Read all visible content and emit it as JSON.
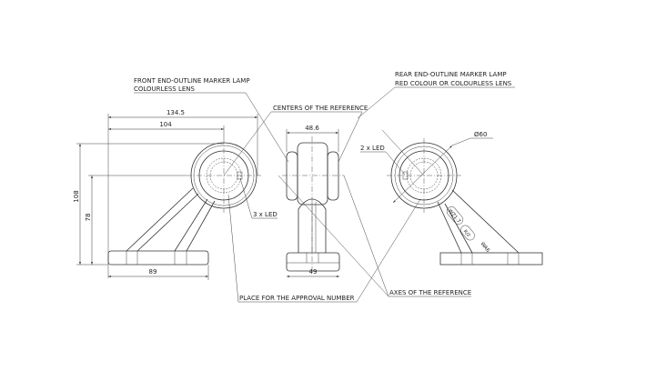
{
  "labels": {
    "front_title_1": "FRONT END-OUTLINE MARKER LAMP",
    "front_title_2": "COLOURLESS LENS",
    "rear_title_1": "REAR END-OUTLINE MARKER LAMP",
    "rear_title_2": "RED COLOUR OR COLOURLESS LENS",
    "centers": "CENTERS OF THE REFERENCE",
    "approval": "PLACE FOR THE APPROVAL NUMBER",
    "axes": "AXES OF THE REFERENCE",
    "led_front": "3 x LED",
    "led_rear": "2 x LED"
  },
  "dimensions": {
    "width_total": "134.5",
    "width_center": "104",
    "height_total": "108",
    "height_center": "78",
    "base_front": "89",
    "lamp_side": "48.6",
    "base_side": "49",
    "diameter": "Ø60"
  },
  "marks": {
    "m1": "WZ1.7",
    "m2": "R/2",
    "m3": "WA6"
  }
}
